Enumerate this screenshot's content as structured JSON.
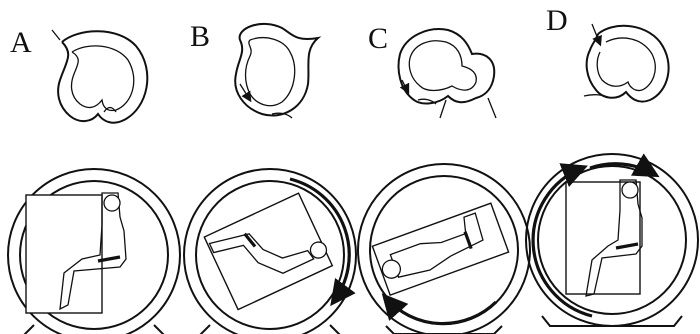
{
  "panels": [
    {
      "letter": "A",
      "chair_rotation_deg": 0
    },
    {
      "letter": "B",
      "chair_rotation_deg": -70
    },
    {
      "letter": "C",
      "chair_rotation_deg": -160
    },
    {
      "letter": "D",
      "chair_rotation_deg": 0
    }
  ],
  "colors": {
    "ink": "#111111",
    "hatch": "#1a1a1a",
    "paper": "#ffffff"
  },
  "icons": {
    "canal": "semicircular-canal-icon",
    "chair": "rotating-chair-icon",
    "arrow": "rotation-arrow-icon"
  }
}
